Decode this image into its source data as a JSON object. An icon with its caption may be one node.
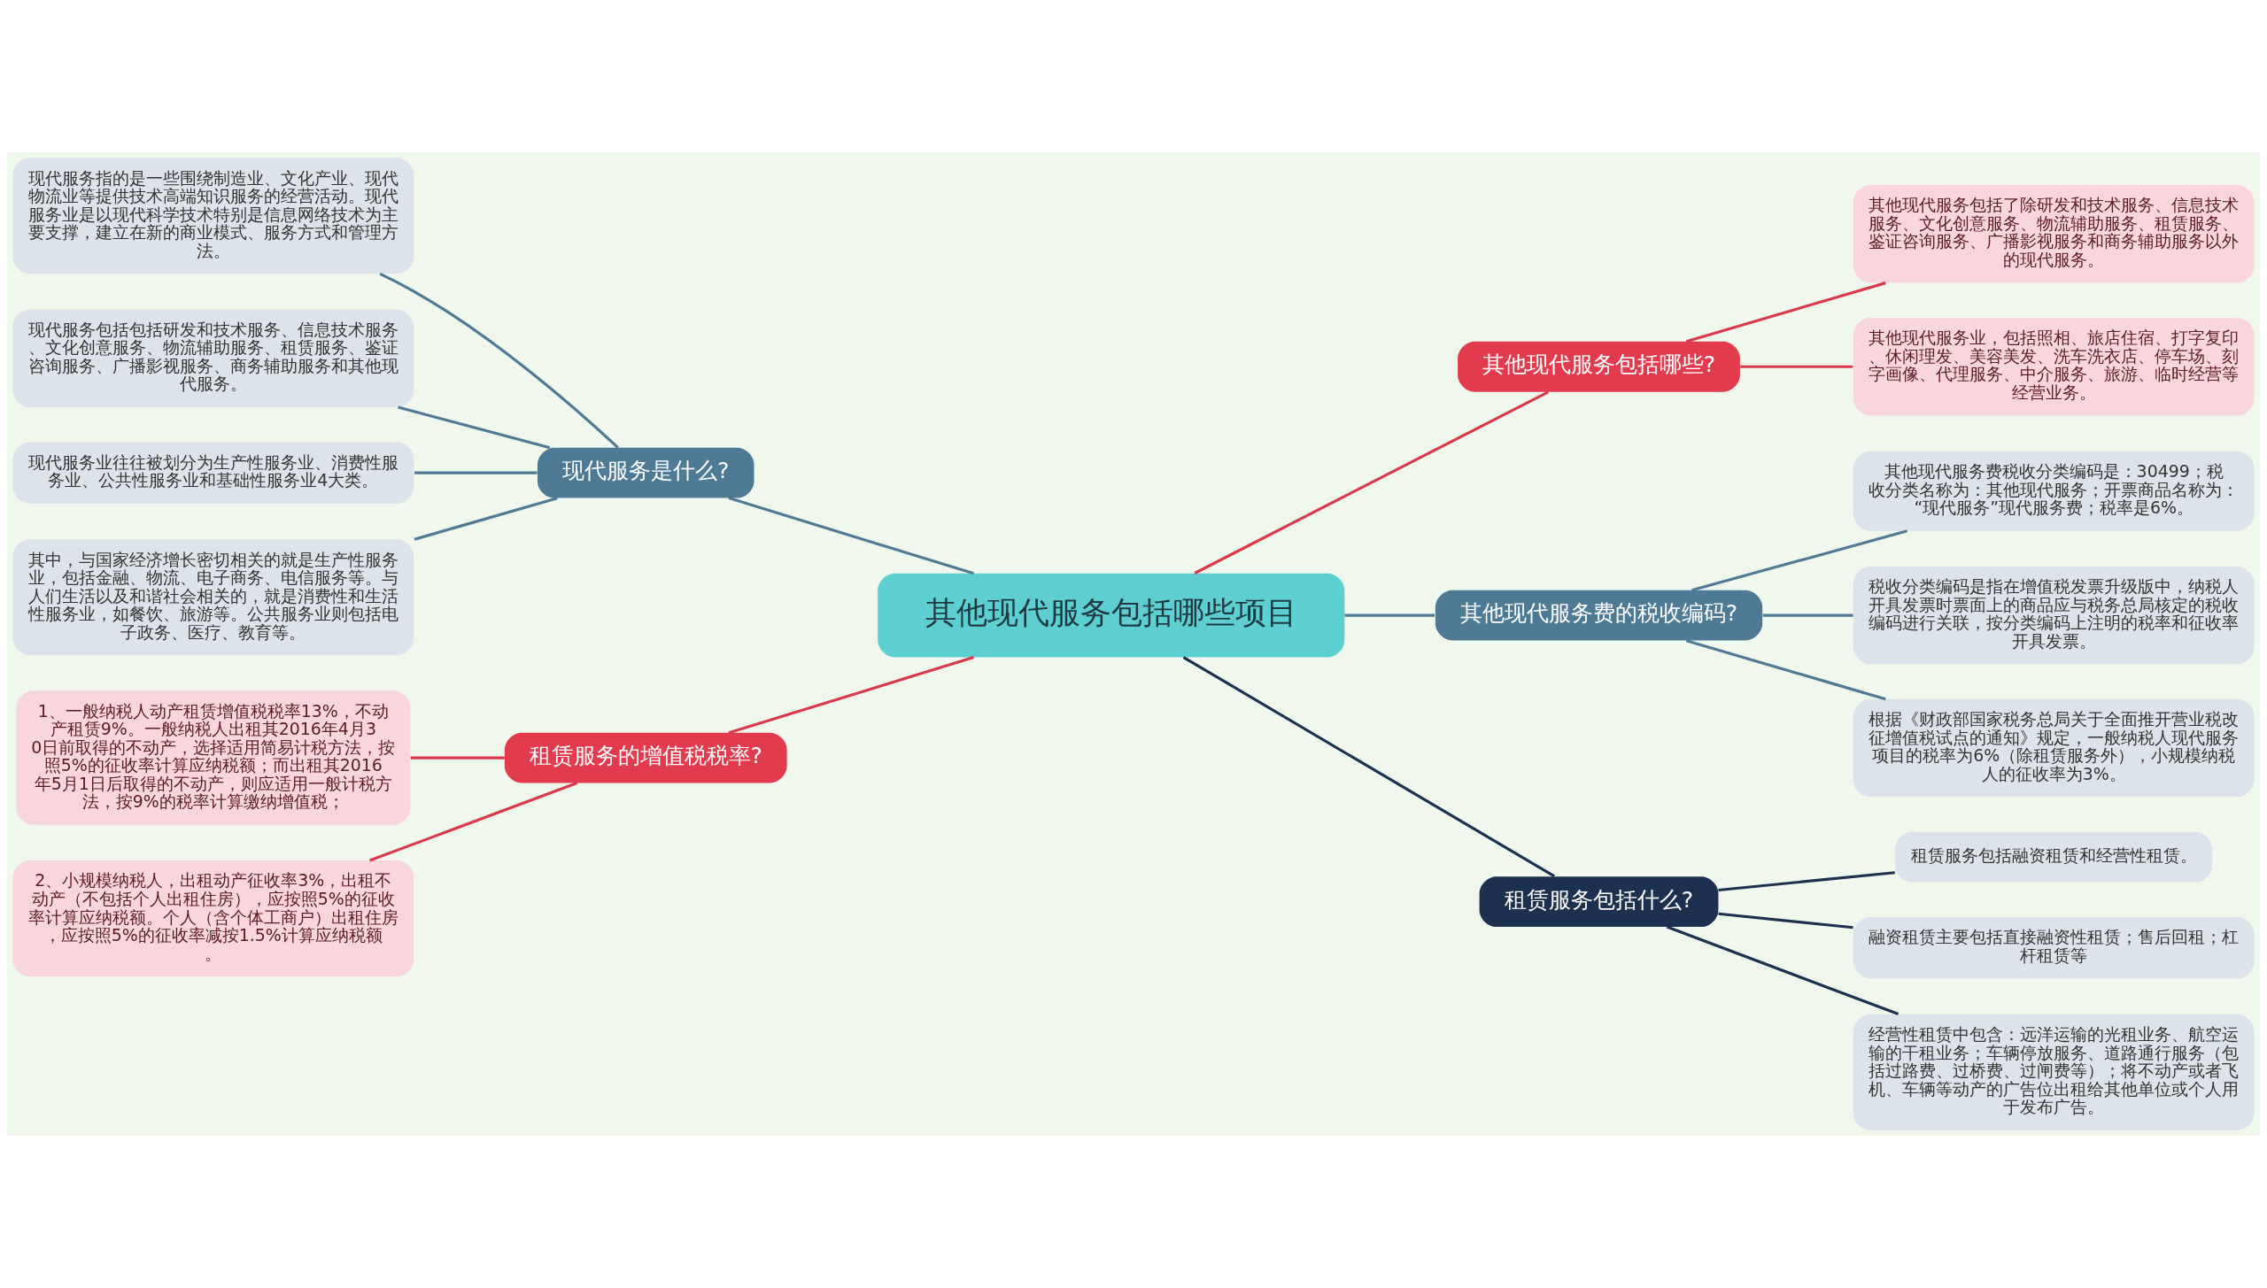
{
  "diagram": {
    "nodes": [
      {
        "text": [
          "其他现代服务包括哪些项目"
        ]
      },
      {
        "text": [
          "现代服务是什么?"
        ]
      },
      {
        "text": [
          "现代服务指的是一些围绕制造业、文化产业、现代物流业等提供技术高端知识服务的经营活动。现代服务业是以现代科学技术特别是信息网络技术为主要支撑，建立在新的商业模式、服务方式和管理方法。"
        ]
      },
      {
        "text": [
          "现代服务包括包括研发和技术服务、信息技术服务、文化创意服务、物流辅助服务、租赁服务、鉴证咨询服务、广播影视服务、商务辅助服务和其他现代服务。"
        ]
      },
      {
        "text": [
          "现代服务业往往被划分为生产性服务业、消费性服务业、公共性服务业和基础性服务业4大类。"
        ]
      },
      {
        "text": [
          "其中，与国家经济增长密切相关的就是生产性服务业，包括金融、物流、电子商务、电信服务等。与人们生活以及和谐社会相关的，就是消费性和生活性服务业，如餐饮、旅游等。公共服务业则包括电子政务、医疗、教育等。"
        ]
      },
      {
        "text": [
          "其他现代服务包括哪些?"
        ]
      },
      {
        "text": [
          "其他现代服务包括了除研发和技术服务、信息技术服务、文化创意服务、物流辅助服务、租赁服务、鉴证咨询服务、广播影视服务和商务辅助服务以外的现代服务。"
        ]
      },
      {
        "text": [
          "其他现代服务业，包括照相、旅店住宿、打字复印、休闲理发、美容美发、洗车洗衣店、停车场、刻字画像、代理服务、中介服务、旅游、临时经营等经营业务。"
        ]
      },
      {
        "text": [
          "其他现代服务费的税收编码?"
        ]
      },
      {
        "text": [
          "其他现代服务费税收分类编码是：30499；税收分类名称为：其他现代服务；开票商品名称为：“现代服务”现代服务费；税率是6%。"
        ]
      },
      {
        "text": [
          "税收分类编码是指在增值税发票升级版中，纳税人开具发票时票面上的商品应与税务总局核定的税收编码进行关联，按分类编码上注明的税率和征收率开具发票。"
        ]
      },
      {
        "text": [
          "根据《财政部国家税务总局关于全面推开营业税改征增值税试点的通知》规定，一般纳税人现代服务项目的税率为6%（除租赁服务外），小规模纳税人的征收率为3%。"
        ]
      },
      {
        "text": [
          "租赁服务的增值税税率?"
        ]
      },
      {
        "text": [
          "1、一般纳税人动产租赁增值税税率13%，不动产租赁9%。一般纳税人出租其2016年4月30日前取得的不动产，选择适用简易计税方法，按照5%的征收率计算应纳税额；而出租其2016年5月1日后取得的不动产，则应适用一般计税方法，按9%的税率计算缴纳增值税；"
        ]
      },
      {
        "text": [
          "2、小规模纳税人，出租动产征收率3%，出租不动产（不包括个人出租住房），应按照5%的征收率计算应纳税额。个人（含个体工商户）出租住房，应按照5%的征收率减按1.5%计算应纳税额。"
        ]
      },
      {
        "text": [
          "租赁服务包括什么?"
        ]
      },
      {
        "text": [
          "租赁服务包括融资租赁和经营性租赁。"
        ]
      },
      {
        "text": [
          "融资租赁主要包括直接融资性租赁；售后回租；杠杆租赁等"
        ]
      },
      {
        "text": [
          "经营性租赁中包含：远洋运输的光租业务、航空运输的干租业务；车辆停放服务、道路通行服务（包括过路费、过桥费、过闸费等）；将不动产或者飞机、车辆等动产的广告位出租给其他单位或个人用于发布广告。"
        ]
      }
    ],
    "edges": [
      {
        "from": 0,
        "to": 1,
        "arrow": "none",
        "color": "#4e7a96"
      },
      {
        "from": 1,
        "to": 2,
        "arrow": "none",
        "color": "#4e7a96"
      },
      {
        "from": 1,
        "to": 3,
        "arrow": "none",
        "color": "#4e7a96"
      },
      {
        "from": 1,
        "to": 4,
        "arrow": "none",
        "color": "#4e7a96"
      },
      {
        "from": 1,
        "to": 5,
        "arrow": "none",
        "color": "#4e7a96"
      },
      {
        "from": 0,
        "to": 6,
        "arrow": "none",
        "color": "#d9394a"
      },
      {
        "from": 6,
        "to": 7,
        "arrow": "none",
        "color": "#d9394a"
      },
      {
        "from": 6,
        "to": 8,
        "arrow": "none",
        "color": "#d9394a"
      },
      {
        "from": 0,
        "to": 9,
        "arrow": "none",
        "color": "#4e7a96"
      },
      {
        "from": 9,
        "to": 10,
        "arrow": "none",
        "color": "#4e7a96"
      },
      {
        "from": 9,
        "to": 11,
        "arrow": "none",
        "color": "#4e7a96"
      },
      {
        "from": 9,
        "to": 12,
        "arrow": "none",
        "color": "#4e7a96"
      },
      {
        "from": 0,
        "to": 13,
        "arrow": "none",
        "color": "#d9394a"
      },
      {
        "from": 13,
        "to": 14,
        "arrow": "none",
        "color": "#d9394a"
      },
      {
        "from": 13,
        "to": 15,
        "arrow": "none",
        "color": "#d9394a"
      },
      {
        "from": 0,
        "to": 16,
        "arrow": "none",
        "color": "#1c3050"
      },
      {
        "from": 16,
        "to": 17,
        "arrow": "none",
        "color": "#1c3050"
      },
      {
        "from": 16,
        "to": 18,
        "arrow": "none",
        "color": "#1c3050"
      },
      {
        "from": 16,
        "to": 19,
        "arrow": "none",
        "color": "#1c3050"
      }
    ]
  }
}
